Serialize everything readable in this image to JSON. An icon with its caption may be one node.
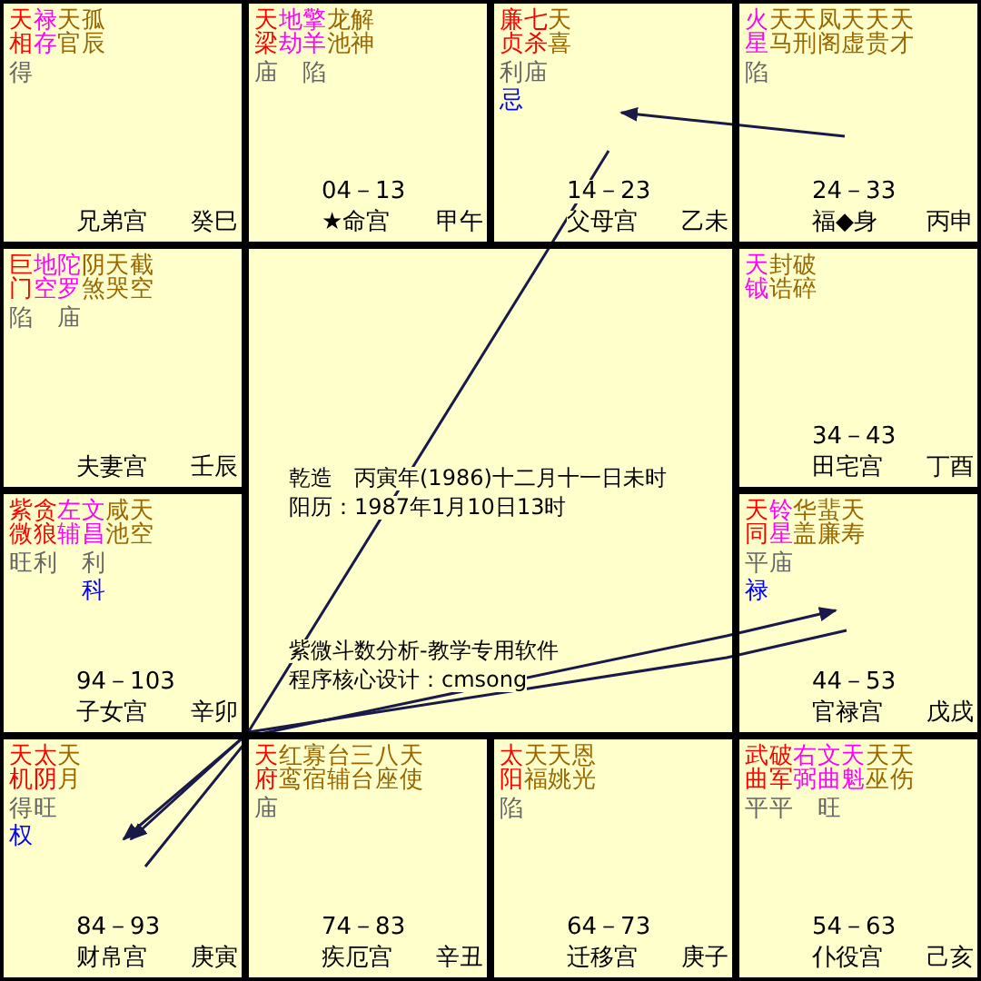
{
  "diagram": {
    "nodes": [
      {
        "text": [
          "天相",
          "禄存",
          "天官",
          "孤辰",
          "得",
          "兄弟宫",
          "癸巳"
        ]
      },
      {
        "text": [
          "天梁",
          "地劫",
          "擎羊",
          "龙池",
          "解神",
          "庙",
          "陷",
          "04－13",
          "★命宫",
          "甲午"
        ]
      },
      {
        "text": [
          "廉贞",
          "七杀",
          "天喜",
          "利",
          "庙",
          "忌",
          "14－23",
          "父母宫",
          "乙未"
        ]
      },
      {
        "text": [
          "火星",
          "天马",
          "天刑",
          "凤阁",
          "天虚",
          "天贵",
          "天才",
          "陷",
          "24－33",
          "福◆身",
          "丙申"
        ]
      },
      {
        "text": [
          "巨门",
          "地空",
          "陀罗",
          "阴煞",
          "天哭",
          "截空",
          "陷",
          "庙",
          "夫妻宫",
          "壬辰"
        ]
      },
      {
        "text": [
          "天钺",
          "封诰",
          "破碎",
          "34－43",
          "田宅宫",
          "丁酉"
        ]
      },
      {
        "text": [
          "紫微",
          "贪狼",
          "左辅",
          "文昌",
          "咸池",
          "天空",
          "旺",
          "利",
          "利",
          "科",
          "94－103",
          "子女宫",
          "辛卯"
        ]
      },
      {
        "text": [
          "天同",
          "铃星",
          "华盖",
          "蜚廉",
          "天寿",
          "平",
          "庙",
          "禄",
          "44－53",
          "官禄宫",
          "戊戌"
        ]
      },
      {
        "text": [
          "天机",
          "太阴",
          "天月",
          "得",
          "旺",
          "权",
          "84－93",
          "财帛宫",
          "庚寅"
        ]
      },
      {
        "text": [
          "天府",
          "红鸾",
          "寡宿",
          "台辅",
          "三台",
          "八座",
          "天使",
          "庙",
          "74－83",
          "疾厄宫",
          "辛丑"
        ]
      },
      {
        "text": [
          "太阳",
          "天福",
          "天姚",
          "恩光",
          "陷",
          "64－73",
          "迁移宫",
          "庚子"
        ]
      },
      {
        "text": [
          "武曲",
          "破军",
          "右弼",
          "文曲",
          "天魁",
          "天巫",
          "天伤",
          "平",
          "平",
          "旺",
          "54－63",
          "仆役宫",
          "己亥"
        ]
      }
    ],
    "edges": [
      {
        "from": 3,
        "to": 2,
        "arrow": "to"
      },
      {
        "from": 2,
        "to": 8,
        "arrow": "to"
      },
      {
        "from": 7,
        "to": 8,
        "arrow": "to"
      },
      {
        "from": 8,
        "to": 7,
        "arrow": "to"
      }
    ],
    "labels": [
      "乾造　丙寅年(1986)十二月十一日未时",
      "阳历：1987年1月10日13时",
      "紫微斗数分析-教学专用软件",
      "程序核心设计：cmsong"
    ]
  }
}
